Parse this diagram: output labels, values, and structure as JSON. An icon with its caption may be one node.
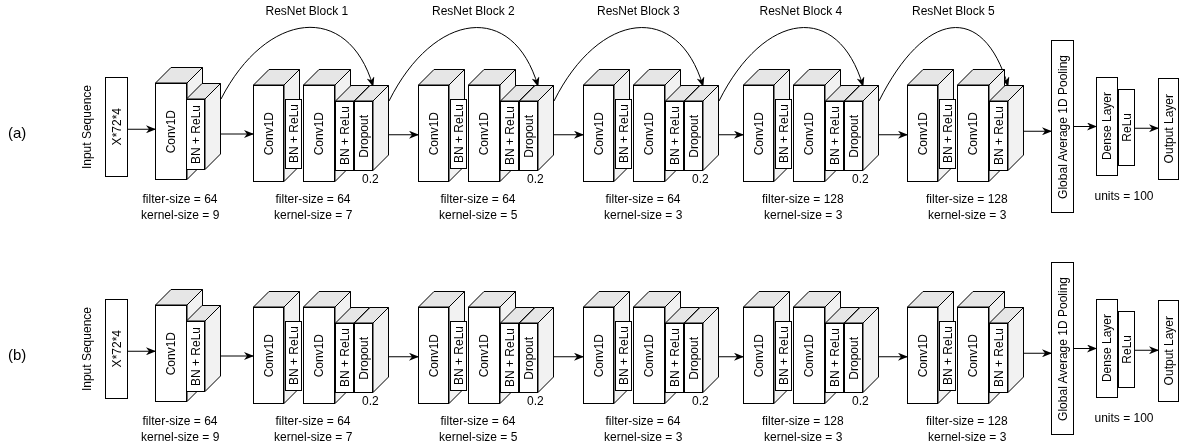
{
  "diagram": {
    "nodes": [
      {
        "text": [
          "X*72*4"
        ],
        "beside": [
          "Input Sequence"
        ]
      },
      {
        "text": [
          "Conv1D"
        ]
      },
      {
        "text": [
          "BN + ReLu"
        ]
      },
      {
        "text": [
          "Conv1D"
        ]
      },
      {
        "text": [
          "BN + ReLu"
        ]
      },
      {
        "text": [
          "Conv1D"
        ]
      },
      {
        "text": [
          "BN + ReLu"
        ]
      },
      {
        "text": [
          "Dropout"
        ],
        "beside": [
          "0.2"
        ]
      },
      {
        "text": [
          "Conv1D"
        ]
      },
      {
        "text": [
          "BN + ReLu"
        ]
      },
      {
        "text": [
          "Conv1D"
        ]
      },
      {
        "text": [
          "BN + ReLu"
        ]
      },
      {
        "text": [
          "Dropout"
        ],
        "beside": [
          "0.2"
        ]
      },
      {
        "text": [
          "Conv1D"
        ]
      },
      {
        "text": [
          "BN + ReLu"
        ]
      },
      {
        "text": [
          "Conv1D"
        ]
      },
      {
        "text": [
          "BN + ReLu"
        ]
      },
      {
        "text": [
          "Dropout"
        ],
        "beside": [
          "0.2"
        ]
      },
      {
        "text": [
          "Conv1D"
        ]
      },
      {
        "text": [
          "BN + ReLu"
        ]
      },
      {
        "text": [
          "Conv1D"
        ]
      },
      {
        "text": [
          "BN + ReLu"
        ]
      },
      {
        "text": [
          "Dropout"
        ],
        "beside": [
          "0.2"
        ]
      },
      {
        "text": [
          "Conv1D"
        ]
      },
      {
        "text": [
          "BN + ReLu"
        ]
      },
      {
        "text": [
          "Conv1D"
        ]
      },
      {
        "text": [
          "BN + ReLu"
        ]
      },
      {
        "text": [
          "Global Average 1D Pooling"
        ]
      },
      {
        "text": [
          "Dense Layer"
        ]
      },
      {
        "text": [
          "ReLu"
        ]
      },
      {
        "text": [
          "Output Layer"
        ]
      },
      {
        "text": [
          "X*72*4"
        ],
        "beside": [
          "Input Sequence"
        ]
      },
      {
        "text": [
          "Conv1D"
        ]
      },
      {
        "text": [
          "BN + ReLu"
        ]
      },
      {
        "text": [
          "Conv1D"
        ]
      },
      {
        "text": [
          "BN + ReLu"
        ]
      },
      {
        "text": [
          "Conv1D"
        ]
      },
      {
        "text": [
          "BN + ReLu"
        ]
      },
      {
        "text": [
          "Dropout"
        ],
        "beside": [
          "0.2"
        ]
      },
      {
        "text": [
          "Conv1D"
        ]
      },
      {
        "text": [
          "BN + ReLu"
        ]
      },
      {
        "text": [
          "Conv1D"
        ]
      },
      {
        "text": [
          "BN + ReLu"
        ]
      },
      {
        "text": [
          "Dropout"
        ],
        "beside": [
          "0.2"
        ]
      },
      {
        "text": [
          "Conv1D"
        ]
      },
      {
        "text": [
          "BN + ReLu"
        ]
      },
      {
        "text": [
          "Conv1D"
        ]
      },
      {
        "text": [
          "BN + ReLu"
        ]
      },
      {
        "text": [
          "Dropout"
        ],
        "beside": [
          "0.2"
        ]
      },
      {
        "text": [
          "Conv1D"
        ]
      },
      {
        "text": [
          "BN + ReLu"
        ]
      },
      {
        "text": [
          "Conv1D"
        ]
      },
      {
        "text": [
          "BN + ReLu"
        ]
      },
      {
        "text": [
          "Dropout"
        ],
        "beside": [
          "0.2"
        ]
      },
      {
        "text": [
          "Conv1D"
        ]
      },
      {
        "text": [
          "BN + ReLu"
        ]
      },
      {
        "text": [
          "Conv1D"
        ]
      },
      {
        "text": [
          "BN + ReLu"
        ]
      },
      {
        "text": [
          "Global Average 1D Pooling"
        ]
      },
      {
        "text": [
          "Dense Layer"
        ]
      },
      {
        "text": [
          "ReLu"
        ]
      },
      {
        "text": [
          "Output Layer"
        ]
      }
    ],
    "edges": [
      {
        "from": 0,
        "to": 1,
        "arrow": "to"
      },
      {
        "from": 2,
        "to": 3,
        "arrow": "to"
      },
      {
        "from": 2,
        "to": 7,
        "arrow": "to",
        "label": "ResNet Block 1"
      },
      {
        "from": 7,
        "to": 8,
        "arrow": "to"
      },
      {
        "from": 7,
        "to": 12,
        "arrow": "to",
        "label": "ResNet Block 2"
      },
      {
        "from": 12,
        "to": 13,
        "arrow": "to"
      },
      {
        "from": 12,
        "to": 17,
        "arrow": "to",
        "label": "ResNet Block 3"
      },
      {
        "from": 17,
        "to": 18,
        "arrow": "to"
      },
      {
        "from": 17,
        "to": 22,
        "arrow": "to",
        "label": "ResNet Block 4"
      },
      {
        "from": 22,
        "to": 23,
        "arrow": "to"
      },
      {
        "from": 22,
        "to": 26,
        "arrow": "to",
        "label": "ResNet Block 5"
      },
      {
        "from": 26,
        "to": 27,
        "arrow": "to"
      },
      {
        "from": 27,
        "to": 28,
        "arrow": "to"
      },
      {
        "from": 29,
        "to": 30,
        "arrow": "to"
      },
      {
        "from": 31,
        "to": 32,
        "arrow": "to"
      },
      {
        "from": 33,
        "to": 34,
        "arrow": "to"
      },
      {
        "from": 38,
        "to": 39,
        "arrow": "to"
      },
      {
        "from": 43,
        "to": 44,
        "arrow": "to"
      },
      {
        "from": 48,
        "to": 49,
        "arrow": "to"
      },
      {
        "from": 53,
        "to": 54,
        "arrow": "to"
      },
      {
        "from": 57,
        "to": 58,
        "arrow": "to"
      },
      {
        "from": 58,
        "to": 59,
        "arrow": "to"
      },
      {
        "from": 60,
        "to": 61,
        "arrow": "to"
      }
    ],
    "labels": [
      "(a)",
      "filter-size = 64",
      "kernel-size = 9",
      "filter-size = 64",
      "kernel-size = 7",
      "filter-size = 64",
      "kernel-size = 5",
      "filter-size = 64",
      "kernel-size = 3",
      "filter-size = 128",
      "kernel-size = 3",
      "filter-size = 128",
      "kernel-size = 3",
      "units = 100",
      "(b)",
      "filter-size = 64",
      "kernel-size = 9",
      "filter-size = 64",
      "kernel-size = 7",
      "filter-size = 64",
      "kernel-size = 5",
      "filter-size = 64",
      "kernel-size = 3",
      "filter-size = 128",
      "kernel-size = 3",
      "filter-size = 128",
      "kernel-size = 3",
      "units = 100"
    ]
  }
}
